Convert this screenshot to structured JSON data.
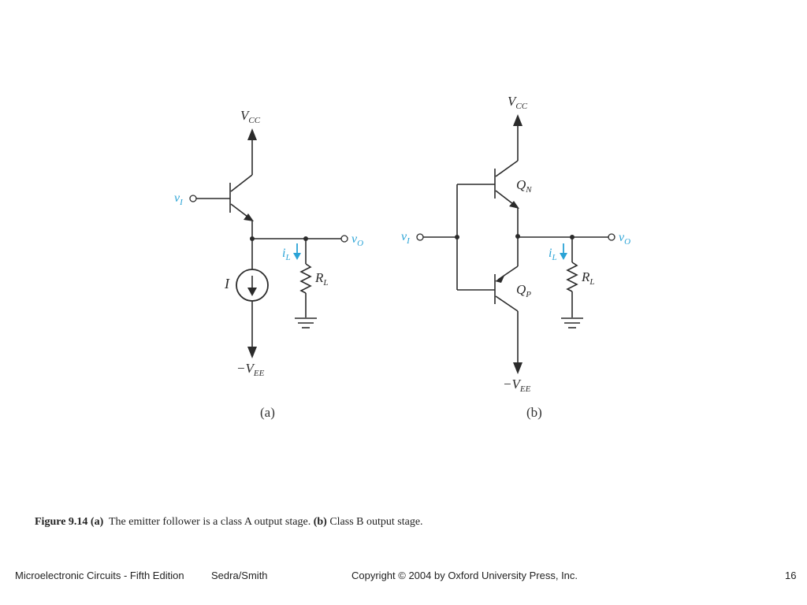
{
  "chart_data": [
    {
      "panel": "(a)",
      "type": "circuit",
      "title": "emitter follower (class A output stage)",
      "labels": {
        "supply_pos": "V",
        "supply_pos_sub": "CC",
        "supply_neg": "−V",
        "supply_neg_sub": "EE",
        "input": "v",
        "input_sub": "I",
        "output": "v",
        "output_sub": "O",
        "load_current": "i",
        "load_current_sub": "L",
        "load_resistor": "R",
        "load_resistor_sub": "L",
        "current_source": "I"
      }
    },
    {
      "panel": "(b)",
      "type": "circuit",
      "title": "class B output stage",
      "labels": {
        "supply_pos": "V",
        "supply_pos_sub": "CC",
        "supply_neg": "−V",
        "supply_neg_sub": "EE",
        "input": "v",
        "input_sub": "I",
        "output": "v",
        "output_sub": "O",
        "load_current": "i",
        "load_current_sub": "L",
        "load_resistor": "R",
        "load_resistor_sub": "L",
        "q_top": "Q",
        "q_top_sub": "N",
        "q_bottom": "Q",
        "q_bottom_sub": "P"
      }
    }
  ],
  "caption": {
    "figure_label": "Figure 9.14",
    "part_a_label": "(a)",
    "part_a_text": "The emitter follower is a class A output stage.",
    "part_b_label": "(b)",
    "part_b_text": "Class B output stage."
  },
  "footer": {
    "book": "Microelectronic Circuits - Fifth Edition",
    "authors": "Sedra/Smith",
    "copyright": "Copyright © 2004 by Oxford University Press, Inc.",
    "page_number": "16"
  }
}
